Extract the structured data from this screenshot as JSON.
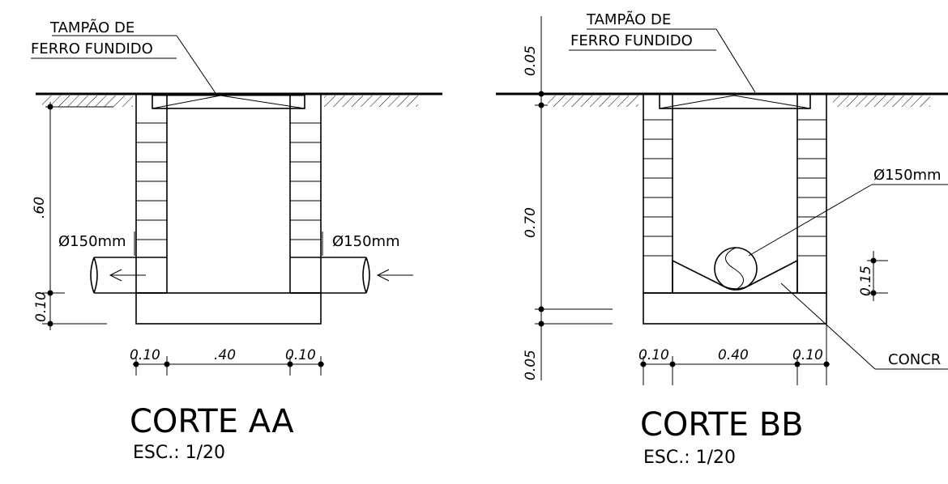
{
  "left_section": {
    "title": "CORTE AA",
    "scale": "ESC.: 1/20",
    "lid_line1": "TAMPÃO DE",
    "lid_line2": "FERRO FUNDIDO",
    "pipe_left": "Ø150mm",
    "pipe_right": "Ø150mm",
    "dim_depth": ".60",
    "dim_base": "0.10",
    "dim_wall_left": "0.10",
    "dim_inner": ".40",
    "dim_wall_right": "0.10"
  },
  "right_section": {
    "title": "CORTE BB",
    "scale": "ESC.: 1/20",
    "lid_line1": "TAMPÃO DE",
    "lid_line2": "FERRO FUNDIDO",
    "pipe": "Ø150mm",
    "concrete": "CONCR",
    "dim_top": "0.05",
    "dim_depth": "0.70",
    "dim_bottom": "0.05",
    "dim_fill": "0.15",
    "dim_wall_left": "0.10",
    "dim_inner": "0.40",
    "dim_wall_right": "0.10"
  },
  "colors": {
    "line": "#000000",
    "background": "#ffffff"
  }
}
